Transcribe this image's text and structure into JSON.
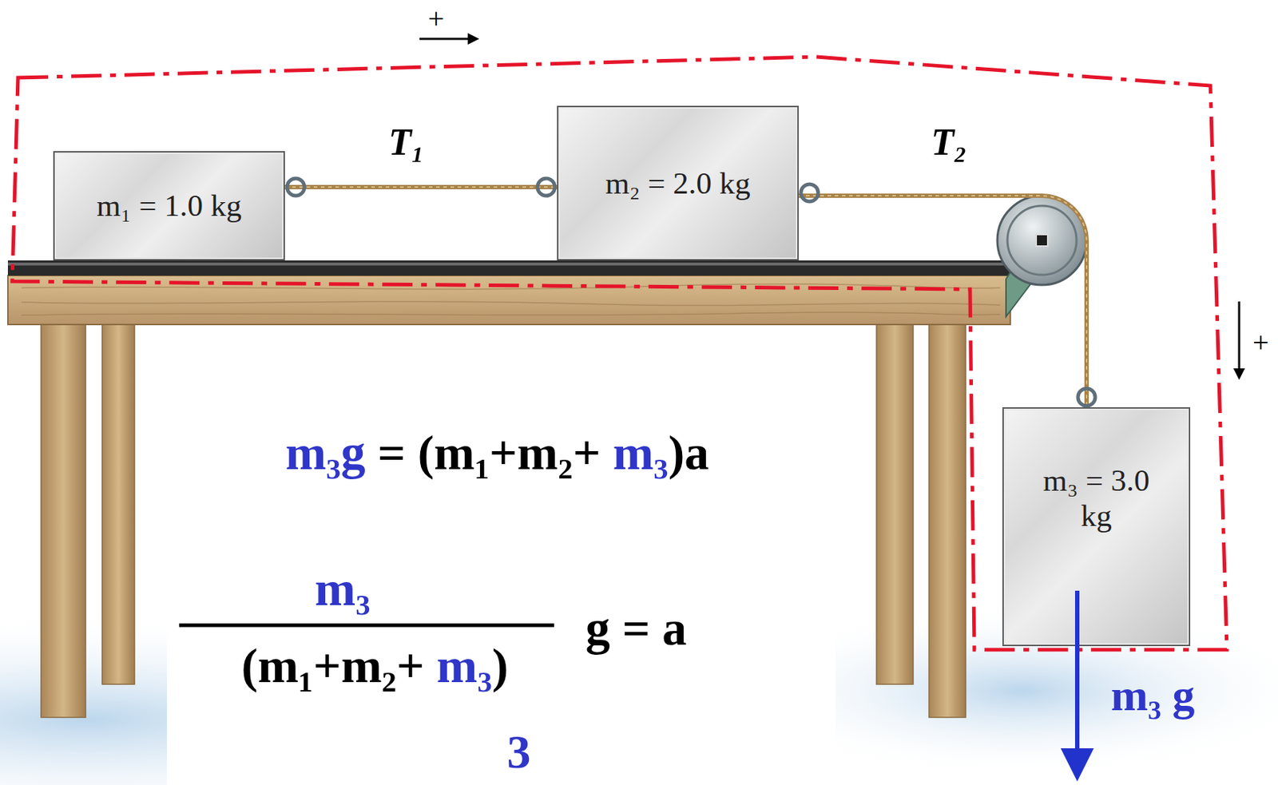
{
  "diagram": {
    "nodes": [
      {
        "text": [
          "m₁ = 1.0 kg"
        ]
      },
      {
        "text": [
          "m₂ = 2.0 kg"
        ]
      },
      {
        "text": [
          "m₃ = 3.0 kg"
        ]
      }
    ],
    "edges": [
      {
        "from": 0,
        "to": 1,
        "arrow": "none",
        "label": "T₁"
      },
      {
        "from": 1,
        "to": 2,
        "arrow": "none",
        "label": "T₂"
      }
    ],
    "labels": [
      "+",
      "+",
      "m₃g = (m₁+m₂+ m₃)a",
      "m₃",
      "(m₁+m₂+ m₃)",
      "g = a",
      "m₃ g",
      "3"
    ]
  }
}
